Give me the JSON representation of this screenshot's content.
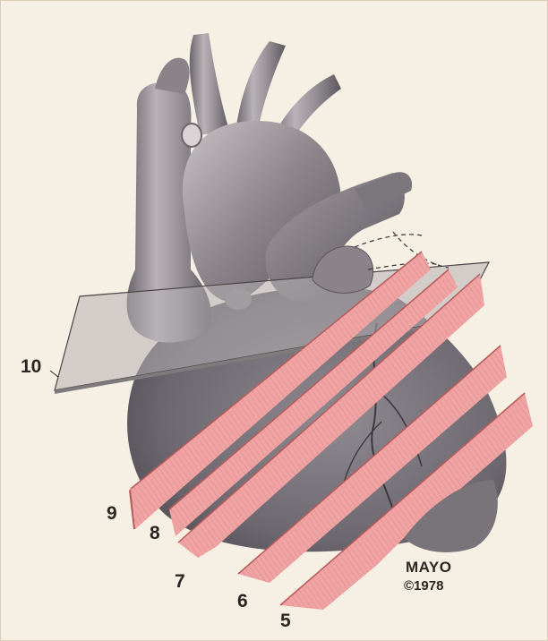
{
  "figure": {
    "plane_labels": [
      {
        "id": "10",
        "text": "10"
      },
      {
        "id": "9",
        "text": "9"
      },
      {
        "id": "8",
        "text": "8"
      },
      {
        "id": "7",
        "text": "7"
      },
      {
        "id": "6",
        "text": "6"
      },
      {
        "id": "5",
        "text": "5"
      }
    ],
    "credit": {
      "name": "MAYO",
      "year": "©1978"
    },
    "colors": {
      "background": "#f6efe3",
      "heart_dark": "#6f6a70",
      "heart_mid": "#9a949a",
      "heart_light": "#c9c3c6",
      "plane_gray": "#b5b1b2",
      "plane_pink": "#f0a3a3",
      "plane_pink_edge": "#b95a5a",
      "label_text": "#2c2622"
    }
  }
}
